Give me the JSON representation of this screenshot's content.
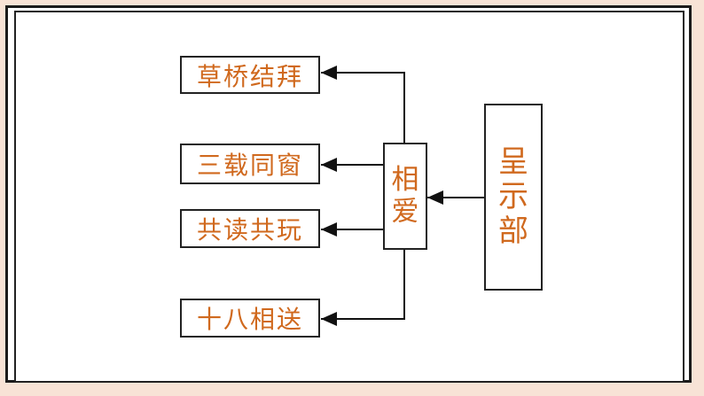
{
  "diagram": {
    "source_label_chars": [
      "呈",
      "示",
      "部"
    ],
    "middle_label_chars": [
      "相",
      "爱"
    ],
    "targets": [
      {
        "label": "草桥结拜"
      },
      {
        "label": "三载同窗"
      },
      {
        "label": "共读共玩"
      },
      {
        "label": "十八相送"
      }
    ]
  },
  "colors": {
    "text": "#d0691e",
    "border": "#222222",
    "background": "#f8e3d6"
  }
}
